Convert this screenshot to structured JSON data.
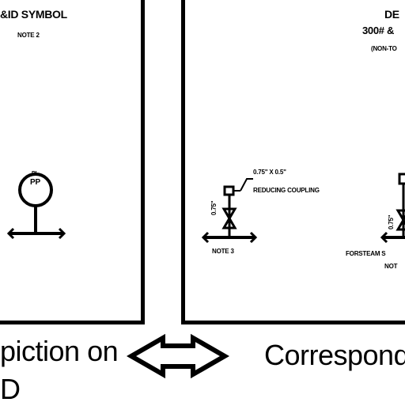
{
  "left_panel": {
    "title": "&ID SYMBOL",
    "note": "NOTE 2",
    "instrument_top": "PI",
    "instrument_tag": "PP"
  },
  "right_panel": {
    "title": "DE",
    "subtitle": "300# &",
    "subtitle2": "(NON-TO",
    "callout_line1": "0.75\" X 0.5\"",
    "callout_line2": "REDUCING COUPLING",
    "size_label_left": "0.75\"",
    "note_left": "NOTE 3",
    "size_label_right": "0.75\"",
    "note_right_line1": "FORSTEAM S",
    "note_right_line2": "NOT"
  },
  "captions": {
    "left_line1": "piction on",
    "left_line2": "D",
    "right_line1": "Correspond"
  }
}
